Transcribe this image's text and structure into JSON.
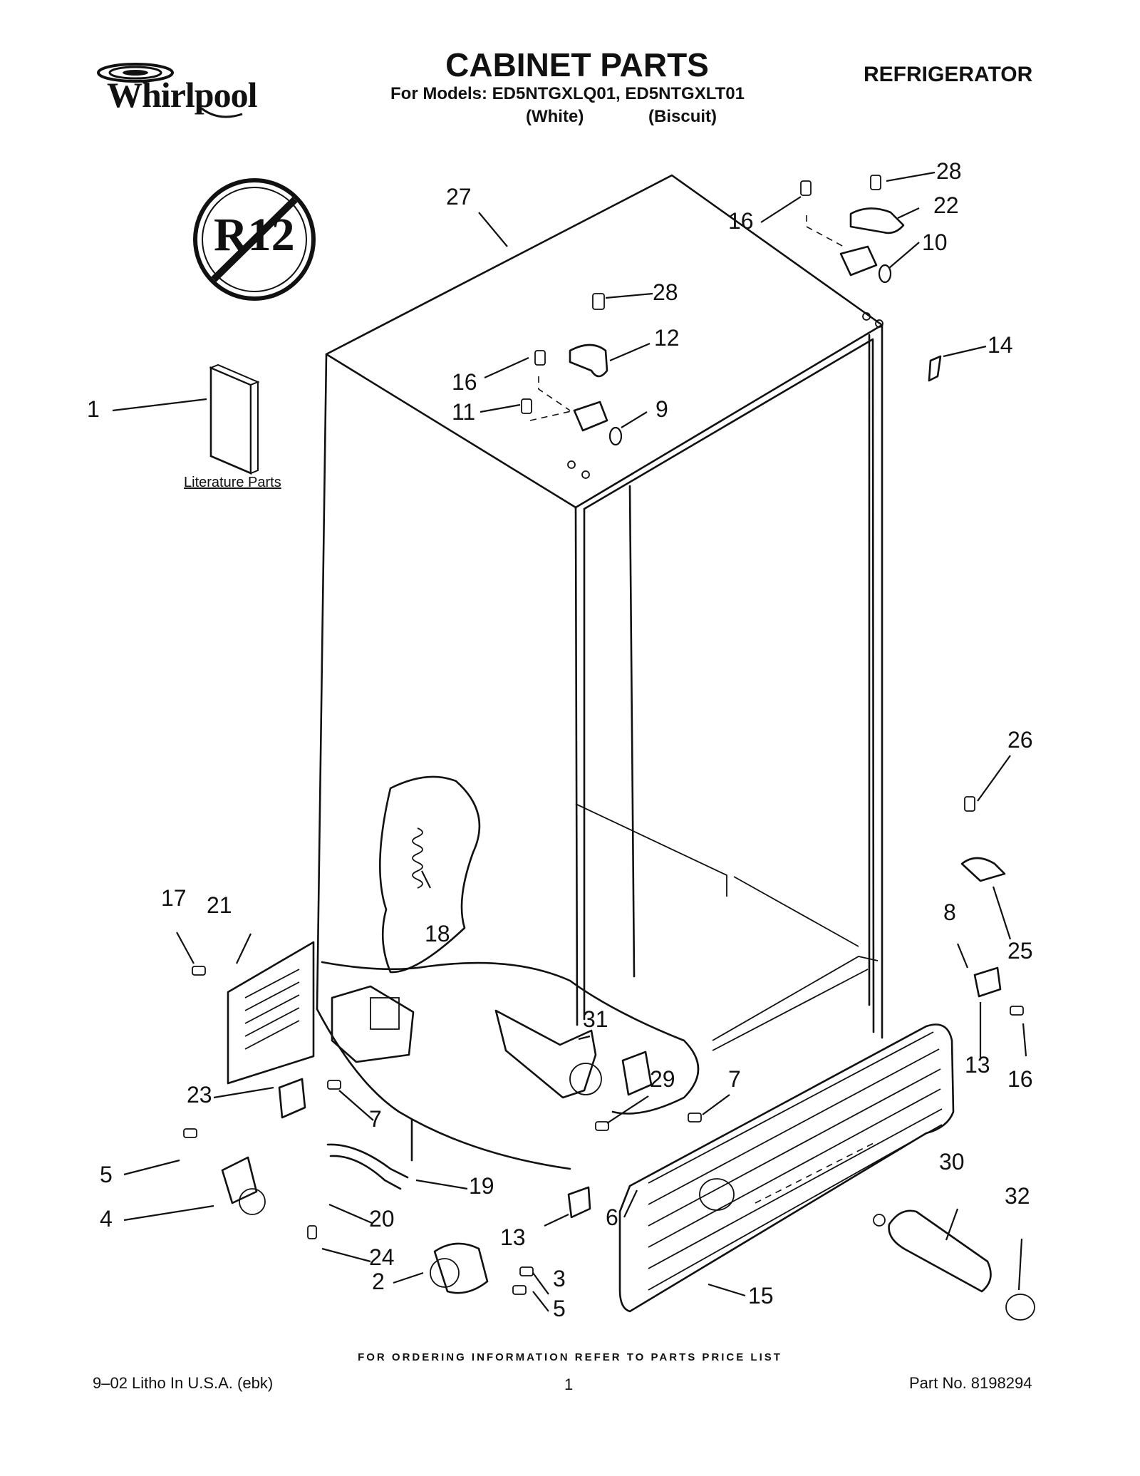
{
  "header": {
    "brand": "Whirlpool",
    "title": "CABINET PARTS",
    "models_line": "For Models: ED5NTGXLQ01, ED5NTGXLT01",
    "color_white": "(White)",
    "color_biscuit": "(Biscuit)",
    "appliance": "REFRIGERATOR"
  },
  "badge": {
    "text": "R12"
  },
  "literature": {
    "caption": "Literature Parts"
  },
  "callouts": [
    "1",
    "2",
    "3",
    "4",
    "5",
    "5",
    "6",
    "7",
    "7",
    "8",
    "9",
    "10",
    "11",
    "12",
    "13",
    "13",
    "14",
    "15",
    "16",
    "16",
    "16",
    "17",
    "18",
    "19",
    "20",
    "21",
    "22",
    "23",
    "24",
    "25",
    "26",
    "27",
    "28",
    "28",
    "29",
    "30",
    "31",
    "32"
  ],
  "footer": {
    "order_note": "FOR ORDERING INFORMATION REFER TO PARTS PRICE LIST",
    "litho": "9–02 Litho In U.S.A. (ebk)",
    "page": "1",
    "part_no": "Part No. 8198294"
  }
}
